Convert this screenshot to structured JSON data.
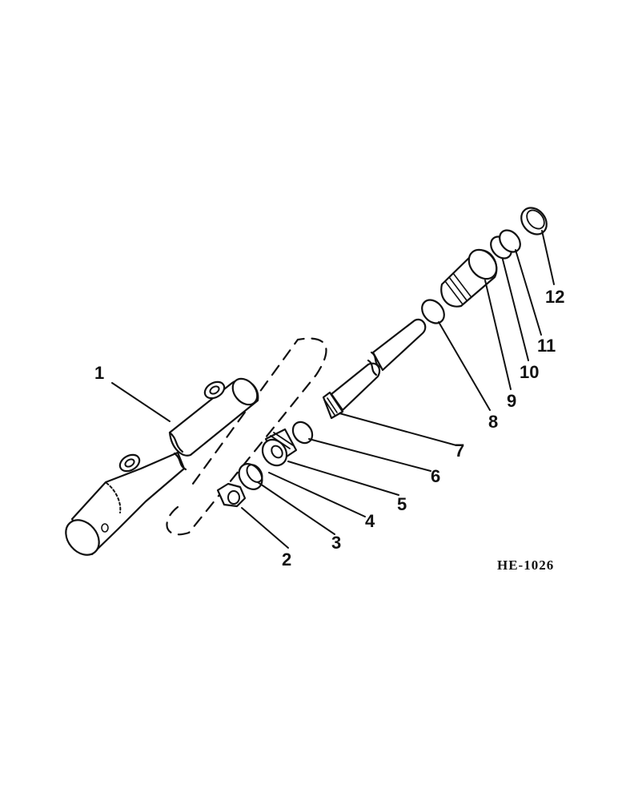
{
  "diagram": {
    "figure_code": "HE-1026",
    "callouts": [
      {
        "id": "1",
        "text": "1"
      },
      {
        "id": "2",
        "text": "2"
      },
      {
        "id": "3",
        "text": "3"
      },
      {
        "id": "4",
        "text": "4"
      },
      {
        "id": "5",
        "text": "5"
      },
      {
        "id": "6",
        "text": "6"
      },
      {
        "id": "7",
        "text": "7"
      },
      {
        "id": "8",
        "text": "8"
      },
      {
        "id": "9",
        "text": "9"
      },
      {
        "id": "10",
        "text": "10"
      },
      {
        "id": "11",
        "text": "11"
      },
      {
        "id": "12",
        "text": "12"
      }
    ]
  }
}
